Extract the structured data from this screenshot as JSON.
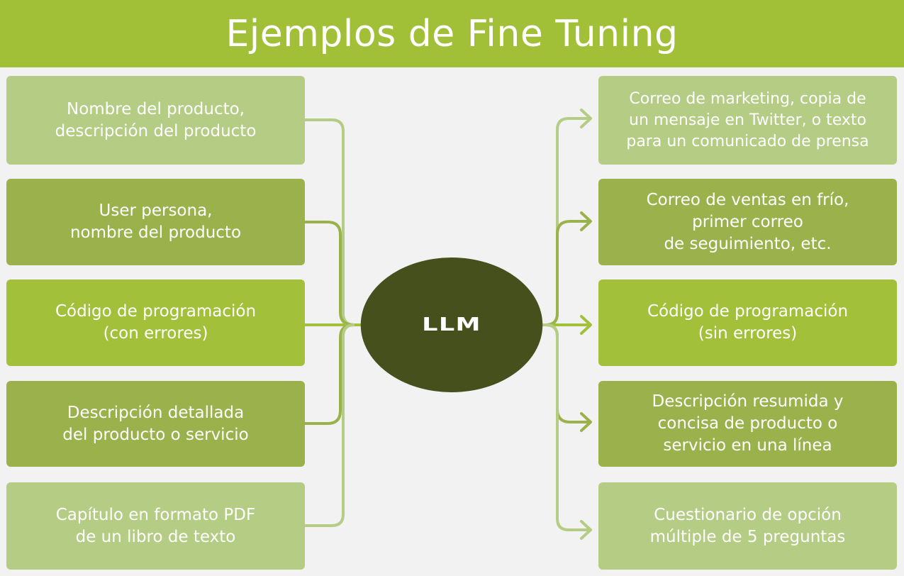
{
  "title": "Ejemplos de Fine Tuning",
  "center_node": {
    "label": "LLM"
  },
  "colors": {
    "header": "#a2bf38",
    "box_light": "#b5cc84",
    "box_mid": "#9bb24c",
    "box_bright": "#a2c039",
    "center": "#46501c",
    "connector_light": "#b5cc84",
    "connector_mid": "#9bb24c",
    "connector_bright": "#a2c039",
    "background": "#f2f2f2"
  },
  "inputs": [
    {
      "text": "Nombre del producto,\ndescripción del producto",
      "shade": "light"
    },
    {
      "text": "User persona,\nnombre del producto",
      "shade": "mid"
    },
    {
      "text": "Código de programación\n(con errores)",
      "shade": "bright"
    },
    {
      "text": "Descripción detallada\ndel producto o servicio",
      "shade": "mid"
    },
    {
      "text": "Capítulo en formato PDF\nde un libro de texto",
      "shade": "light"
    }
  ],
  "outputs": [
    {
      "text": "Correo de marketing, copia de\nun mensaje en Twitter, o texto\npara un comunicado de prensa",
      "shade": "light"
    },
    {
      "text": "Correo de ventas en frío,\nprimer correo\nde seguimiento, etc.",
      "shade": "mid"
    },
    {
      "text": "Código de programación\n(sin errores)",
      "shade": "bright"
    },
    {
      "text": "Descripción resumida y\nconcisa de producto o\nservicio en una línea",
      "shade": "mid"
    },
    {
      "text": "Cuestionario de opción\nmúltiple de 5 preguntas",
      "shade": "light"
    }
  ]
}
